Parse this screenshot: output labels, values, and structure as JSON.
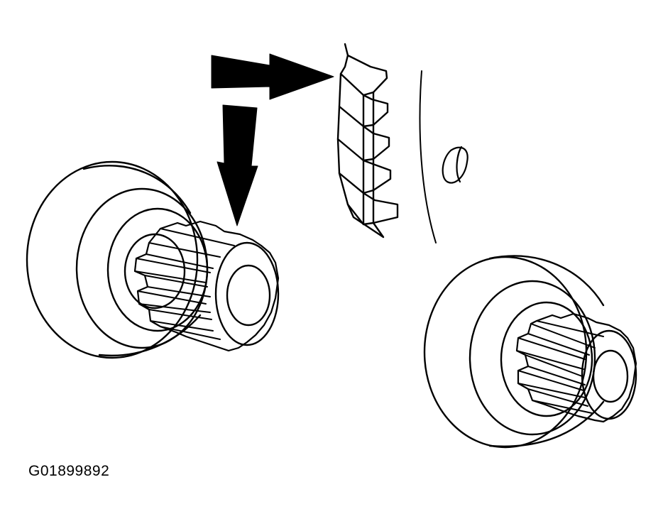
{
  "figure": {
    "code": "G01899892"
  },
  "colors": {
    "ink": "#000000",
    "paper": "#ffffff"
  },
  "elements": {
    "arrows": [
      "horizontal-double-arrow",
      "vertical-double-arrow"
    ],
    "parts": [
      "starter-drive-pinion-left",
      "starter-drive-pinion-right",
      "flywheel-ring-gear-teeth",
      "flywheel-hole"
    ]
  }
}
